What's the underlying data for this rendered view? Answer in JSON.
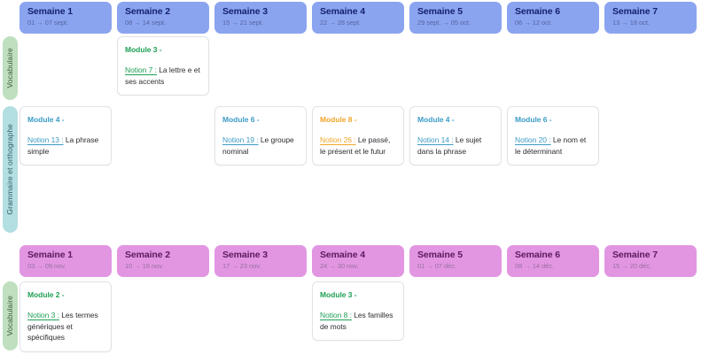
{
  "colors": {
    "week_blue_bg": "#8ba4f0",
    "week_purple_bg": "#e296e2",
    "subject_green_bg": "#bfdfbf",
    "subject_teal_bg": "#b3dee2",
    "module_green": "#1fa055",
    "module_blue": "#3d9cc6",
    "module_orange": "#f0a62b",
    "card_bg": "#ffffff",
    "card_border": "#e2e2e6"
  },
  "periods": [
    {
      "id": "period-1",
      "weeks": [
        {
          "title": "Semaine 1",
          "dates": "01 → 07 sept."
        },
        {
          "title": "Semaine 2",
          "dates": "08 → 14 sept."
        },
        {
          "title": "Semaine 3",
          "dates": "15 → 21 sept."
        },
        {
          "title": "Semaine 4",
          "dates": "22 → 28 sept."
        },
        {
          "title": "Semaine 5",
          "dates": "29 sept. → 05 oct."
        },
        {
          "title": "Semaine 6",
          "dates": "06 → 12 oct."
        },
        {
          "title": "Semaine 7",
          "dates": "13 → 18 oct."
        }
      ],
      "subjects": [
        {
          "label": "Vocabulaire",
          "tone": "green",
          "cards": [
            null,
            {
              "module": "Module 3 -",
              "notion": "Notion 7 :",
              "text": " La lettre e et ses accents",
              "tone": "green"
            },
            null,
            null,
            null,
            null,
            null
          ]
        },
        {
          "label": "Grammaire et orthographe",
          "tone": "teal",
          "cards": [
            {
              "module": "Module 4 -",
              "notion": "Notion 13 :",
              "text": " La phrase simple",
              "tone": "blue"
            },
            null,
            {
              "module": "Module 6 -",
              "notion": "Notion 19 :",
              "text": " Le groupe nominal",
              "tone": "blue"
            },
            {
              "module": "Module 8 -",
              "notion": "Notion 26 :",
              "text": " Le passé, le présent et le futur",
              "tone": "orange"
            },
            {
              "module": "Module 4 -",
              "notion": "Notion 14 :",
              "text": " Le sujet dans la phrase",
              "tone": "blue"
            },
            {
              "module": "Module 6 -",
              "notion": "Notion 20 :",
              "text": " Le nom et le déterminant",
              "tone": "blue"
            },
            null
          ]
        }
      ]
    },
    {
      "id": "period-2",
      "weeks": [
        {
          "title": "Semaine 1",
          "dates": "03 → 09 nov."
        },
        {
          "title": "Semaine 2",
          "dates": "10 → 16 nov."
        },
        {
          "title": "Semaine 3",
          "dates": "17 → 23 nov."
        },
        {
          "title": "Semaine 4",
          "dates": "24 → 30 nov."
        },
        {
          "title": "Semaine 5",
          "dates": "01 → 07 déc."
        },
        {
          "title": "Semaine 6",
          "dates": "08 → 14 déc."
        },
        {
          "title": "Semaine 7",
          "dates": "15 → 20 déc."
        }
      ],
      "subjects": [
        {
          "label": "Vocabulaire",
          "tone": "green",
          "cards": [
            {
              "module": "Module 2 -",
              "notion": "Notion 3 :",
              "text": " Les termes génériques et spécifiques",
              "tone": "green"
            },
            null,
            null,
            {
              "module": "Module 3 -",
              "notion": "Notion 8 :",
              "text": " Les familles de mots",
              "tone": "green"
            },
            null,
            null,
            null
          ]
        }
      ]
    }
  ]
}
